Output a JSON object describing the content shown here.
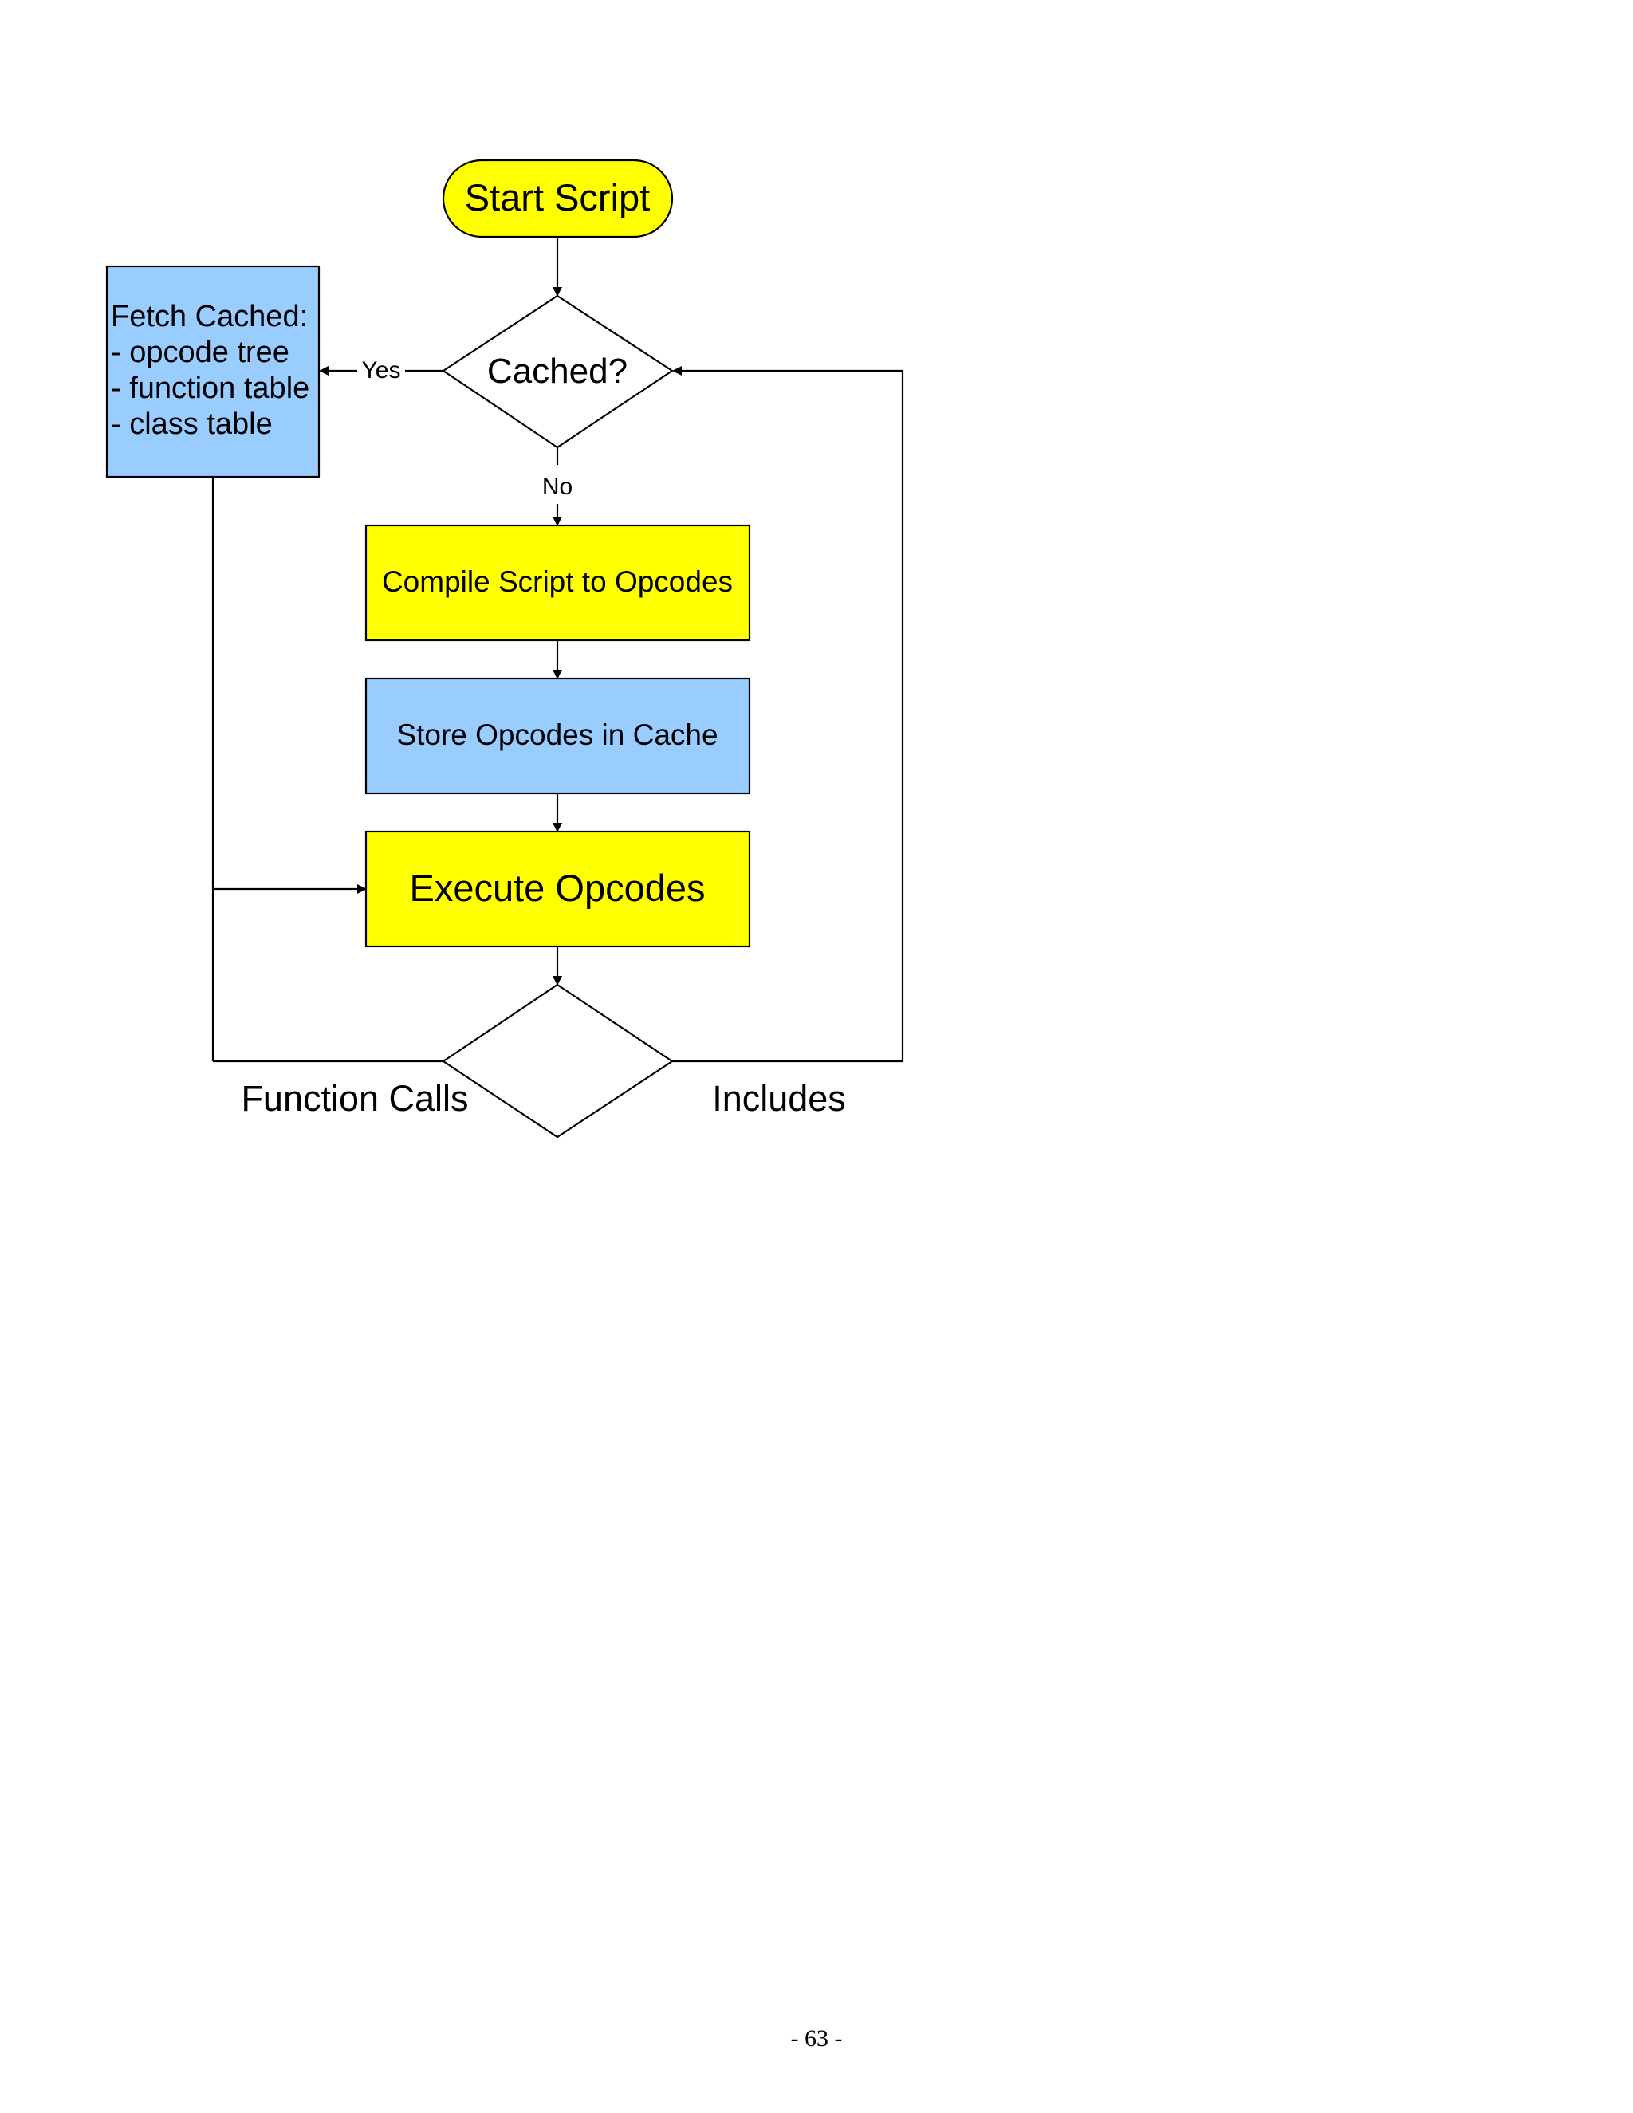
{
  "colors": {
    "terminal_fill": "#ffff00",
    "process_yellow_fill": "#ffff00",
    "process_blue_fill": "#99ccff",
    "decision_fill": "#ffffff",
    "line": "#000000"
  },
  "nodes": {
    "start": {
      "label": "Start Script"
    },
    "cached_decision": {
      "label": "Cached?"
    },
    "fetch_cached": {
      "lines": [
        "Fetch Cached:",
        "- opcode tree",
        "- function table",
        "- class table"
      ]
    },
    "compile": {
      "label": "Compile Script to Opcodes"
    },
    "store": {
      "label": "Store Opcodes in Cache"
    },
    "execute": {
      "label": "Execute Opcodes"
    },
    "branch_decision": {
      "label": ""
    }
  },
  "edges": {
    "yes_label": "Yes",
    "no_label": "No",
    "function_calls_label": "Function Calls",
    "includes_label": "Includes"
  },
  "page": {
    "number": "- 63 -"
  }
}
